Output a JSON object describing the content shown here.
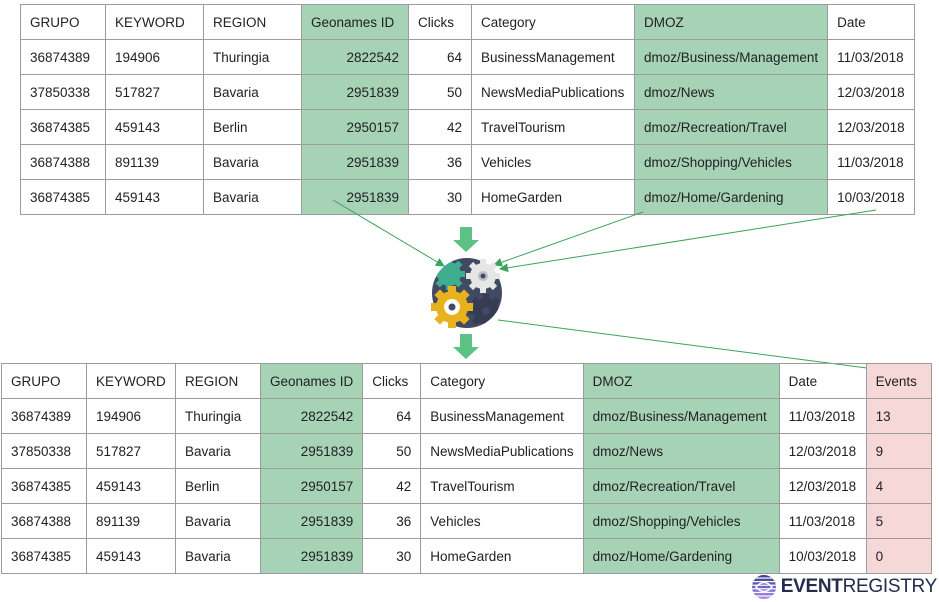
{
  "top_table": {
    "columns": [
      "GRUPO",
      "KEYWORD",
      "REGION",
      "Geonames ID",
      "Clicks",
      "Category",
      "DMOZ",
      "Date"
    ],
    "rows": [
      [
        "36874389",
        "194906",
        "Thuringia",
        "2822542",
        "64",
        "BusinessManagement",
        "dmoz/Business/Management",
        "11/03/2018"
      ],
      [
        "37850338",
        "517827",
        "Bavaria",
        "2951839",
        "50",
        "NewsMediaPublications",
        "dmoz/News",
        "12/03/2018"
      ],
      [
        "36874385",
        "459143",
        "Berlin",
        "2950157",
        "42",
        "TravelTourism",
        "dmoz/Recreation/Travel",
        "12/03/2018"
      ],
      [
        "36874388",
        "891139",
        "Bavaria",
        "2951839",
        "36",
        "Vehicles",
        "dmoz/Shopping/Vehicles",
        "11/03/2018"
      ],
      [
        "36874385",
        "459143",
        "Bavaria",
        "2951839",
        "30",
        "HomeGarden",
        "dmoz/Home/Gardening",
        "10/03/2018"
      ]
    ]
  },
  "bottom_table": {
    "columns": [
      "GRUPO",
      "KEYWORD",
      "REGION",
      "Geonames ID",
      "Clicks",
      "Category",
      "DMOZ",
      "Date",
      "Events"
    ],
    "rows": [
      [
        "36874389",
        "194906",
        "Thuringia",
        "2822542",
        "64",
        "BusinessManagement",
        "dmoz/Business/Management",
        "11/03/2018",
        "13"
      ],
      [
        "37850338",
        "517827",
        "Bavaria",
        "2951839",
        "50",
        "NewsMediaPublications",
        "dmoz/News",
        "12/03/2018",
        "9"
      ],
      [
        "36874385",
        "459143",
        "Berlin",
        "2950157",
        "42",
        "TravelTourism",
        "dmoz/Recreation/Travel",
        "12/03/2018",
        "4"
      ],
      [
        "36874388",
        "891139",
        "Bavaria",
        "2951839",
        "36",
        "Vehicles",
        "dmoz/Shopping/Vehicles",
        "11/03/2018",
        "5"
      ],
      [
        "36874385",
        "459143",
        "Bavaria",
        "2951839",
        "30",
        "HomeGarden",
        "dmoz/Home/Gardening",
        "10/03/2018",
        "0"
      ]
    ]
  },
  "colors": {
    "highlight_green": "#a6d2b6",
    "highlight_pink": "#f6d8d8",
    "arrow_green": "#3aa35c",
    "down_arrow": "#5cc184",
    "gear_circle": "#414a63",
    "gear_white": "#e6e6e6",
    "gear_yellow": "#e8b21e",
    "gear_teal": "#3fae8e"
  },
  "icons": {
    "processor": "gears-icon",
    "flow": "down-arrow-icon",
    "logo": "event-registry-logo-icon"
  },
  "logo": {
    "text_bold": "EVENT",
    "text_light": "REGISTRY"
  }
}
